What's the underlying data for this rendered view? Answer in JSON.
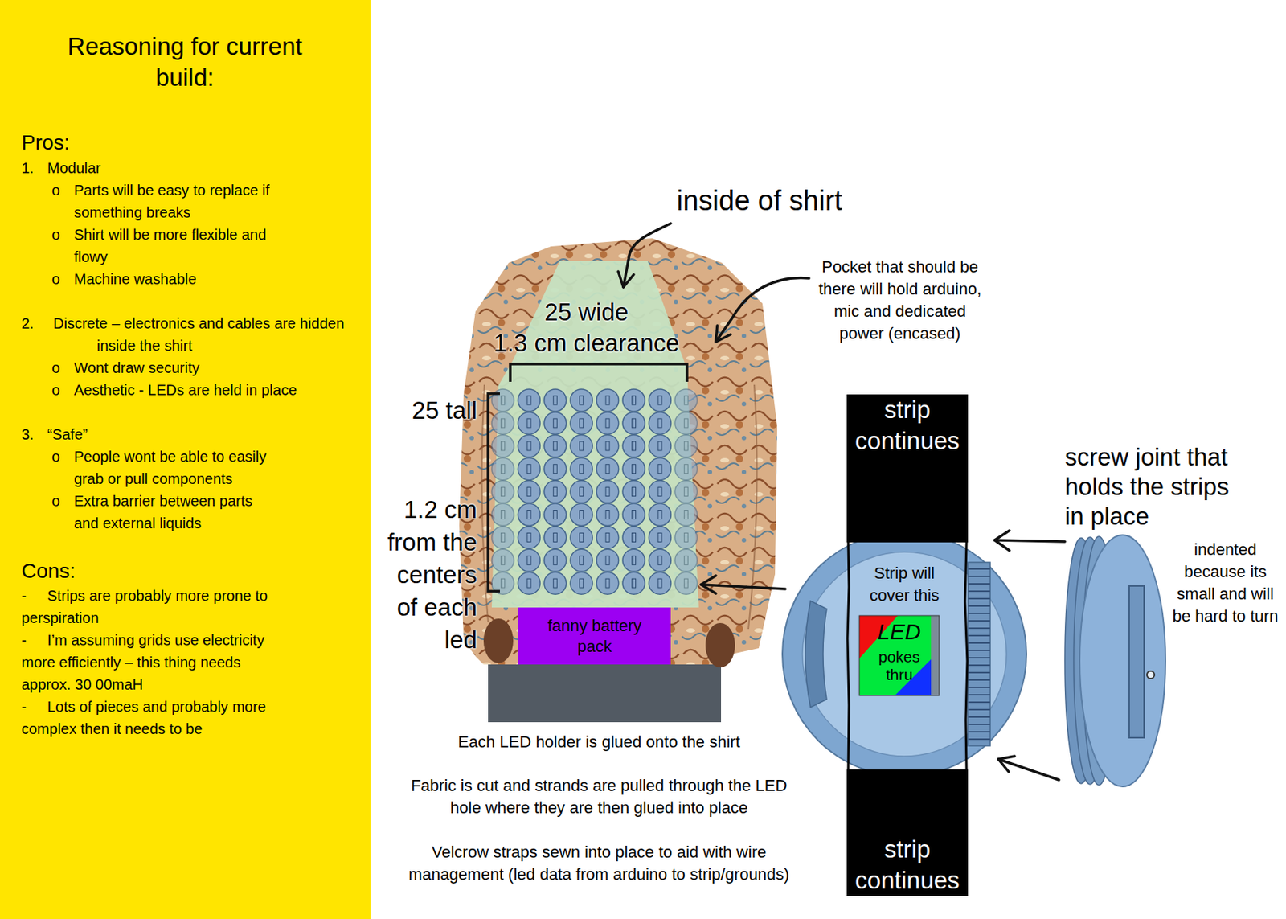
{
  "diagram": {
    "nodes": [
      {
        "text": [
          "Reasoning for current build:",
          "Pros:",
          "1.",
          "Modular",
          "o",
          "Parts will be easy to replace if something breaks",
          "o",
          "Shirt will be more flexible and flowy",
          "o",
          "Machine washable",
          "2.",
          "Discrete – electronics and cables are hidden inside the shirt",
          "o",
          "Wont draw security",
          "o",
          "Aesthetic - LEDs are held in place",
          "3.",
          "“Safe”",
          "o",
          "People wont be able to easily grab or pull components",
          "o",
          "Extra barrier between parts and external liquids",
          "Cons:",
          "-",
          "Strips are probably more prone to perspiration",
          "-",
          "I’m assuming grids use electricity more efficiently – this thing needs approx. 30 00maH",
          "-",
          "Lots of pieces and probably more complex then it needs to be"
        ]
      },
      {
        "text": [
          "fanny battery pack"
        ]
      },
      {
        "text": [
          "strip continues",
          "strip continues"
        ]
      },
      {
        "text": [
          "Strip will cover this"
        ]
      },
      {
        "text": [
          "LED",
          "pokes thru"
        ],
        "in": 3
      }
    ],
    "labels": [
      "inside of shirt",
      "25 wide",
      "1.3 cm clearance",
      "Pocket that should be there will hold arduino, mic and dedicated power (encased)",
      "25 tall",
      "1.2 cm from the centers of each led",
      "screw joint that holds the strips in place",
      "indented because its small and will be hard to turn",
      "Each LED holder is glued onto the shirt",
      "Fabric is cut and strands are pulled through the LED hole where they are then glued into place",
      "Velcrow straps sewn into place to aid with wire management (led data from arduino to strip/grounds)"
    ]
  }
}
